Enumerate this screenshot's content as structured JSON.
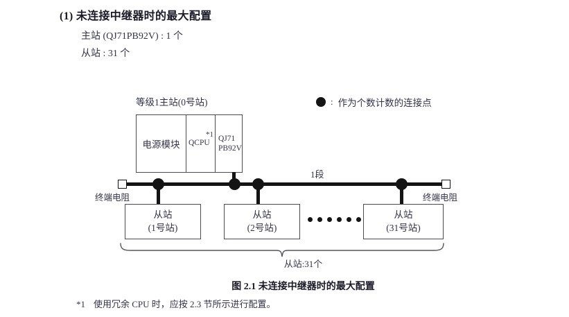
{
  "heading": {
    "number": "(1)",
    "title": "(1) 未连接中继器时的最大配置",
    "specs": [
      "主站 (QJ71PB92V) : 1 个",
      "从站 : 31 个"
    ]
  },
  "legend": {
    "symbol": "filled-circle",
    "colon": ":",
    "text": "作为个数计数的连接点"
  },
  "diagram": {
    "master": {
      "title": "等级1主站(0号站)",
      "cells": [
        {
          "label": "电源模块"
        },
        {
          "label": "QCPU",
          "footnote_mark": "*1"
        },
        {
          "label": "QJ71\nPB92V",
          "line1": "QJ71",
          "line2": "PB92V"
        }
      ]
    },
    "bus": {
      "segment_label": "1段",
      "terminator_left_label": "终端电阻",
      "terminator_right_label": "终端电阻",
      "node_count": 4
    },
    "slaves": [
      {
        "line1": "从站",
        "line2": "(1号站)"
      },
      {
        "line1": "从站",
        "line2": "(2号站)"
      },
      {
        "line1": "从站",
        "line2": "(31号站)"
      }
    ],
    "ellipsis_dots": 6,
    "brace_label": "从站:31个"
  },
  "caption": "图 2.1  未连接中继器时的最大配置",
  "footnote": {
    "mark": "*1",
    "text": "使用冗余 CPU 时，应按 2.3 节所示进行配置。"
  },
  "colors": {
    "ink": "#141414",
    "text": "#33334a",
    "box_border": "#4a4a55",
    "background": "#ffffff"
  }
}
